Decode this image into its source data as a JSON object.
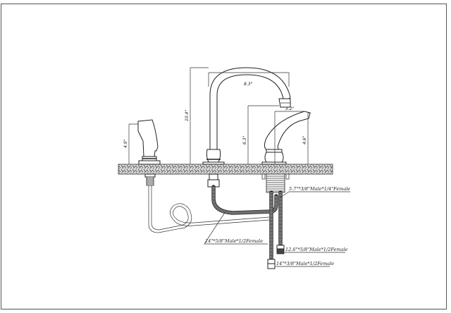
{
  "dimensions": {
    "spout_height": "10.4\"",
    "spout_reach": "8.3\"",
    "spout_clearance": "6.3\"",
    "handle_reach": "3.2\"",
    "handle_height": "4.6\"",
    "sprayer_height": "4.9\""
  },
  "hoses": {
    "valve_supply": "5.7\"*3/8\"Male*1/4\"Female",
    "spout_hose": "14\"*5/8\"Male*1/2Female",
    "hot_supply": "12.6\"*5/8\"Male*1/2Female",
    "cold_supply": "14\"*3/8\"Male*1/2Female"
  }
}
